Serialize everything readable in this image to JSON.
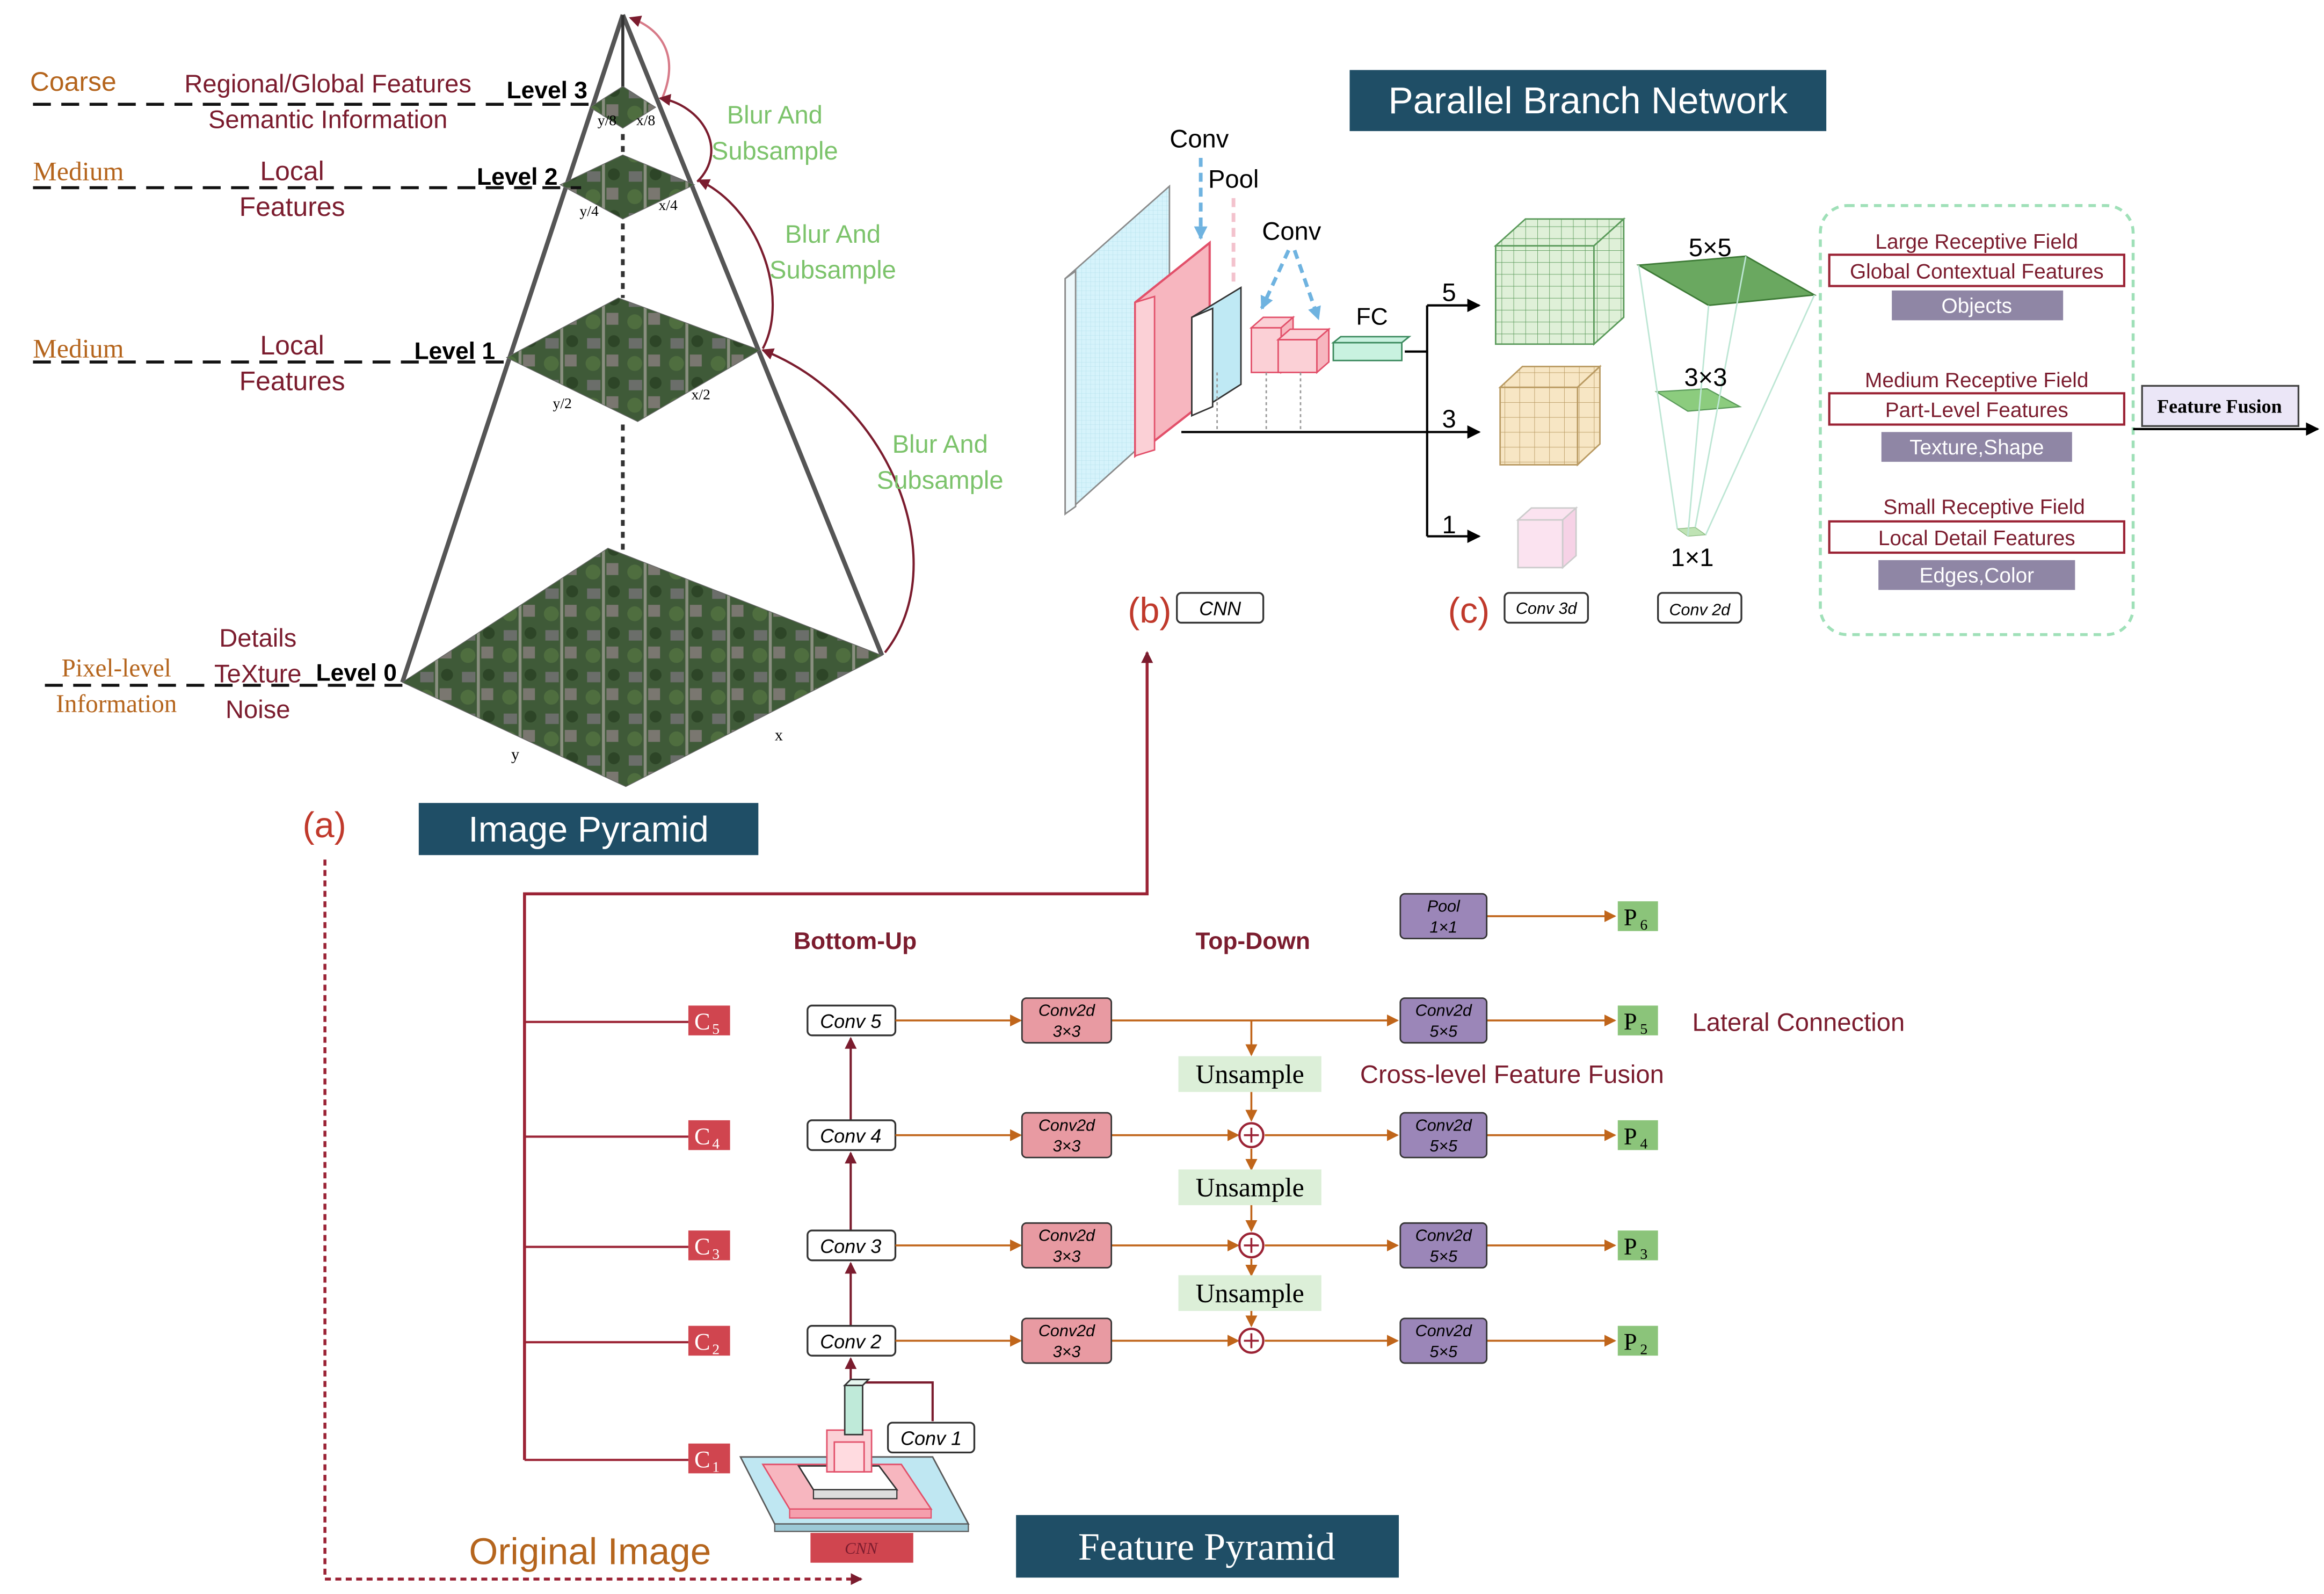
{
  "colors": {
    "maroon": "#7b1c2e",
    "orange": "#b5651d",
    "green_label": "#7cc36b",
    "red_label": "#c0392b",
    "dark_teal": "#1f4e66",
    "arrow_orange": "#c0651a",
    "pink_box": "#e89aa2",
    "purple_box": "#9b86b8",
    "green_box": "#8bc47a",
    "red_box": "#d0454f",
    "light_green_box": "#dcefd8",
    "gray_purple": "#8f86a5"
  },
  "pyramid": {
    "title": "Image Pyramid",
    "panel_label": "(a)",
    "levels": [
      {
        "left_label": "Coarse",
        "middle_label": "Regional/Global Features",
        "middle_label2": "Semantic Information",
        "level": "Level 3",
        "y_dim": "y/8",
        "x_dim": "x/8"
      },
      {
        "left_label": "Medium",
        "middle_label": "Local",
        "middle_label2": "Features",
        "level": "Level 2",
        "y_dim": "y/4",
        "x_dim": "x/4"
      },
      {
        "left_label": "Medium",
        "middle_label": "Local",
        "middle_label2": "Features",
        "level": "Level 1",
        "y_dim": "y/2",
        "x_dim": "x/2"
      },
      {
        "left_label": "Pixel-level",
        "left_label2": "Information",
        "middle_label": "Details",
        "middle_label2": "TeXture",
        "middle_label3": "Noise",
        "level": "Level 0",
        "y_dim": "y",
        "x_dim": "x"
      }
    ],
    "blur_labels": [
      {
        "line1": "Blur And",
        "line2": "Subsample"
      },
      {
        "line1": "Blur And",
        "line2": "Subsample"
      },
      {
        "line1": "Blur And",
        "line2": "Subsample"
      }
    ]
  },
  "parallel": {
    "title": "Parallel Branch Network",
    "panel_b": "(b)",
    "panel_c": "(c)",
    "cnn_tag": "CNN",
    "conv_top": "Conv",
    "pool": "Pool",
    "conv_mid": "Conv",
    "fc": "FC",
    "branches": [
      "5",
      "3",
      "1"
    ],
    "conv3d_tag": "Conv 3d",
    "conv2d_tag": "Conv 2d",
    "kernel_labels": [
      "5×5",
      "3×3",
      "1×1"
    ],
    "receptive": [
      {
        "title": "Large Receptive Field",
        "feature": "Global Contextual Features",
        "example": "Objects"
      },
      {
        "title": "Medium Receptive Field",
        "feature": "Part-Level Features",
        "example": "Texture,Shape"
      },
      {
        "title": "Small Receptive Field",
        "feature": "Local Detail Features",
        "example": "Edges,Color"
      }
    ],
    "fusion": "Feature Fusion"
  },
  "fpn": {
    "title": "Feature Pyramid",
    "original_image": "Original Image",
    "cnn_tag": "CNN",
    "bottom_up": "Bottom-Up",
    "top_down": "Top-Down",
    "pool_box": {
      "line1": "Pool",
      "line2": "1×1"
    },
    "c_labels": [
      "C",
      "C",
      "C",
      "C",
      "C"
    ],
    "c_subs": [
      "5",
      "4",
      "3",
      "2",
      "1"
    ],
    "convs": [
      "Conv 5",
      "Conv 4",
      "Conv 3",
      "Conv 2",
      "Conv 1"
    ],
    "conv3x3": {
      "line1": "Conv2d",
      "line2": "3×3"
    },
    "conv5x5": {
      "line1": "Conv2d",
      "line2": "5×5"
    },
    "unsample": "Unsample",
    "p_labels": [
      "P",
      "P",
      "P",
      "P",
      "P"
    ],
    "p_subs": [
      "6",
      "5",
      "4",
      "3",
      "2"
    ],
    "lateral": "Lateral Connection",
    "cross_level": "Cross-level Feature Fusion"
  }
}
